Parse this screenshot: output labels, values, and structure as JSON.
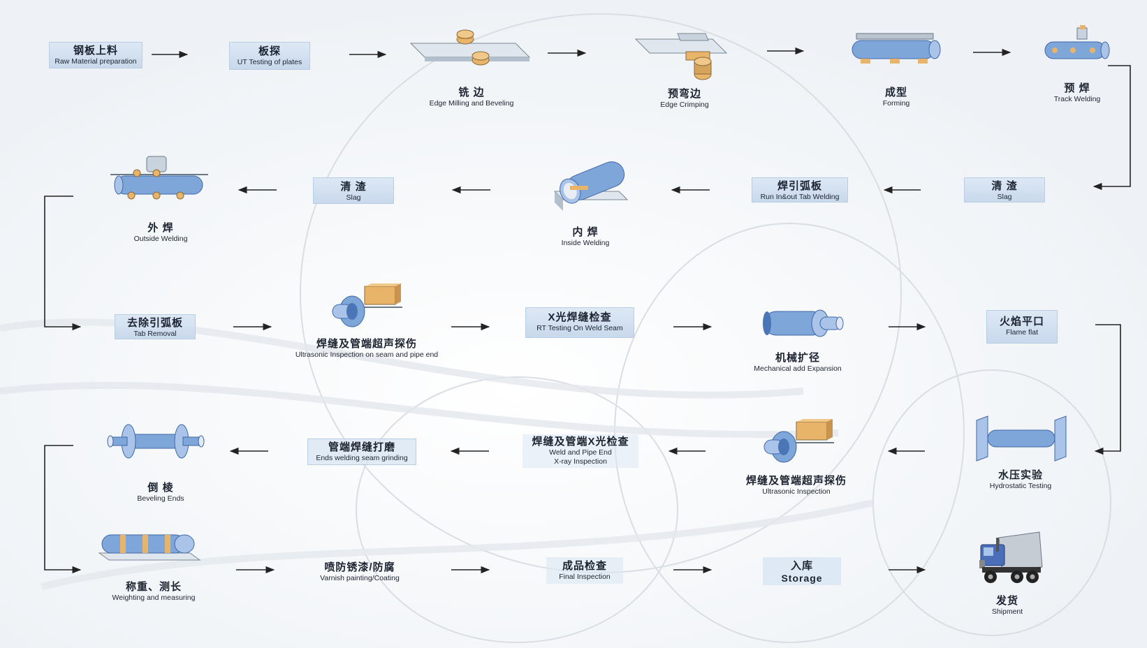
{
  "steps": [
    {
      "id": "raw",
      "zh": "钢板上料",
      "en": "Raw Material preparation"
    },
    {
      "id": "ut",
      "zh": "板探",
      "en": "UT Testing of plates"
    },
    {
      "id": "milling",
      "zh": "铣 边",
      "en": "Edge Milling and Beveling"
    },
    {
      "id": "crimping",
      "zh": "预弯边",
      "en": "Edge Crimping"
    },
    {
      "id": "forming",
      "zh": "成型",
      "en": "Forming"
    },
    {
      "id": "track",
      "zh": "预 焊",
      "en": "Track Welding"
    },
    {
      "id": "slag1",
      "zh": "清 渣",
      "en": "Slag"
    },
    {
      "id": "runtab",
      "zh": "焊引弧板",
      "en": "Run In&out Tab Welding"
    },
    {
      "id": "inside",
      "zh": "内 焊",
      "en": "Inside Welding"
    },
    {
      "id": "slag2",
      "zh": "清 渣",
      "en": "Slag"
    },
    {
      "id": "outside",
      "zh": "外 焊",
      "en": "Outside Welding"
    },
    {
      "id": "tabremoval",
      "zh": "去除引弧板",
      "en": "Tab Removal"
    },
    {
      "id": "ultra1",
      "zh": "焊缝及管端超声探伤",
      "en": "Ultrasonic Inspection  on seam and pipe end"
    },
    {
      "id": "rt",
      "zh": "X光焊缝检查",
      "en": "RT Testing On Weld Seam"
    },
    {
      "id": "expansion",
      "zh": "机械扩径",
      "en": "Mechanical add Expansion"
    },
    {
      "id": "flame",
      "zh": "火焰平口",
      "en": "Flame flat"
    },
    {
      "id": "hydro",
      "zh": "水压实验",
      "en": "Hydrostatic Testing"
    },
    {
      "id": "ultra2",
      "zh": "焊缝及管端超声探伤",
      "en": "Ultrasonic Inspection"
    },
    {
      "id": "xray",
      "zh": "焊缝及管端X光检查",
      "en": "Weld and Pipe End",
      "en2": "X-ray Inspection"
    },
    {
      "id": "grinding",
      "zh": "管端焊缝打磨",
      "en": "Ends welding seam grinding"
    },
    {
      "id": "beveling",
      "zh": "倒 棱",
      "en": "Beveling Ends"
    },
    {
      "id": "weighing",
      "zh": "称重、测长",
      "en": "Weighting and measuring"
    },
    {
      "id": "varnish",
      "zh": "喷防锈漆/防腐",
      "en": "Varnish painting/Coating"
    },
    {
      "id": "final",
      "zh": "成品检查",
      "en": "Final Inspection"
    },
    {
      "id": "storage",
      "zh": "入库",
      "en": "Storage"
    },
    {
      "id": "shipment",
      "zh": "发货",
      "en": "Shipment"
    }
  ],
  "colors": {
    "box_fill": "#d3e1f0",
    "pipe": "#7fa6d8",
    "pipe_dark": "#4a76b8",
    "accent_orange": "#e8b46a",
    "arrow": "#222222"
  }
}
